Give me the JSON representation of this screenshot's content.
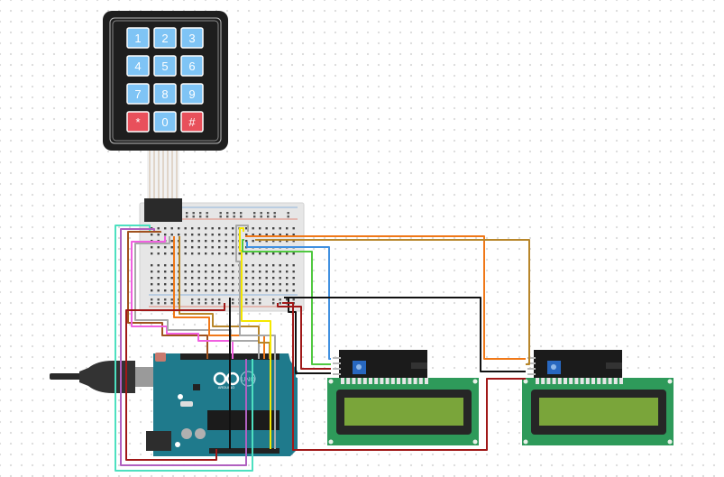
{
  "app": "Circuit simulator canvas",
  "components": {
    "keypad": {
      "name": "4x3 membrane keypad",
      "keys": [
        "1",
        "2",
        "3",
        "4",
        "5",
        "6",
        "7",
        "8",
        "9",
        "*",
        "0",
        "#"
      ],
      "key_color": "#7fc4f5",
      "special_key_color": "#e8505b",
      "body_color": "#1e1e1e"
    },
    "breadboard": {
      "name": "Half-size breadboard",
      "color": "#e8e8e8"
    },
    "arduino": {
      "name": "Arduino UNO",
      "logo_text": "UNO",
      "brand": "ARDUINO",
      "board_color": "#1f7a8c"
    },
    "usb_cable": {
      "name": "USB cable"
    },
    "lcd1": {
      "name": "LCD 16x2 I2C #1",
      "i2c_pins": [
        "GND",
        "VCC",
        "SDA",
        "SCL"
      ],
      "screen_color": "#7aa53a",
      "pcb_color": "#2e9a5a"
    },
    "lcd2": {
      "name": "LCD 16x2 I2C #2",
      "i2c_pins": [
        "GND",
        "VCC",
        "SDA",
        "SCL"
      ],
      "screen_color": "#7aa53a",
      "pcb_color": "#2e9a5a"
    }
  },
  "wire_colors": {
    "cyan": "#4de0c0",
    "purple": "#b060c0",
    "brown": "#a0521e",
    "pink": "#f060e0",
    "gray": "#a8a8a8",
    "orange": "#f07818",
    "ochre": "#b8862a",
    "yellow": "#f5e800",
    "green": "#50c840",
    "blue": "#4090e0",
    "black": "#111111",
    "red": "#a01818"
  }
}
